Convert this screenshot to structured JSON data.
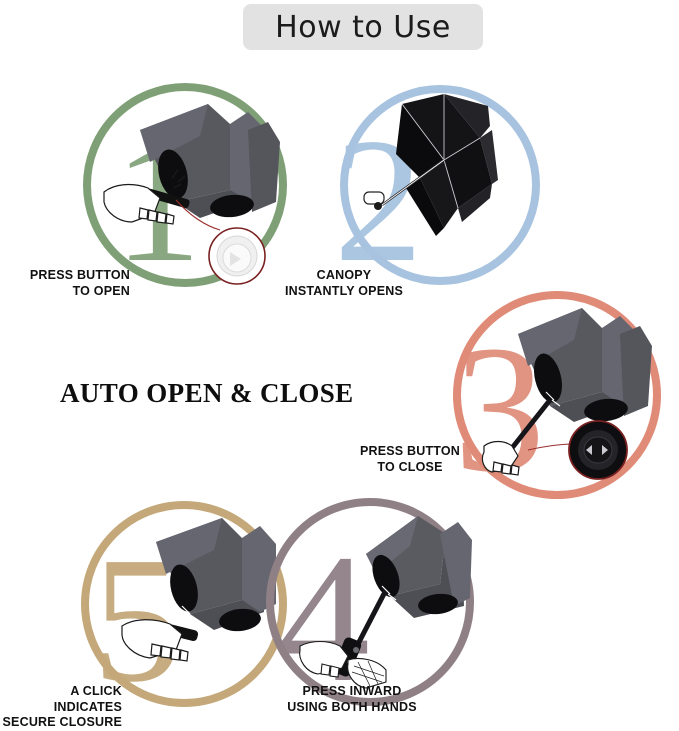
{
  "header": {
    "title": "How to Use"
  },
  "slogan": "AUTO OPEN & CLOSE",
  "colors": {
    "title_bg": "#e2e2e2",
    "step1_ring": "#7fa077",
    "step2_ring": "#a7c3e0",
    "step3_ring": "#e08b78",
    "step4_ring": "#8f8086",
    "step5_ring": "#c4a87a",
    "detail_ring_red": "#b03a3a",
    "detail_ring_dark": "#6e1f1f",
    "umbrella_dark": "#4c4c4f",
    "umbrella_mid": "#63646a",
    "umbrella_black": "#0c0c0c",
    "text": "#111111"
  },
  "steps": [
    {
      "number": "1",
      "caption": "PRESS BUTTON\nTO OPEN",
      "ring_color": "#7fa077",
      "art": "umbrella-closing-with-hand",
      "detail": "white-push-button"
    },
    {
      "number": "2",
      "caption": "CANOPY\nINSTANTLY OPENS",
      "ring_color": "#a7c3e0",
      "art": "umbrella-open-black",
      "detail": "none"
    },
    {
      "number": "3",
      "caption": "PRESS BUTTON\nTO CLOSE",
      "ring_color": "#e08b78",
      "art": "umbrella-inverted-with-hand",
      "detail": "black-push-button"
    },
    {
      "number": "4",
      "caption": "PRESS INWARD\nUSING BOTH HANDS",
      "ring_color": "#8f8086",
      "art": "umbrella-two-hands-press",
      "detail": "none"
    },
    {
      "number": "5",
      "caption": "A CLICK INDICATES\nSECURE CLOSURE",
      "ring_color": "#c4a87a",
      "art": "umbrella-closed-hand-grip",
      "detail": "none"
    }
  ]
}
